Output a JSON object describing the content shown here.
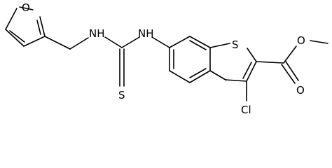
{
  "atoms": {
    "furan_o": "O",
    "nh_left": "NH",
    "nh_right": "NH",
    "thio_s": "S",
    "ring_s": "S",
    "ester_o_single": "O",
    "ester_o_double": "O",
    "chloro": "Cl"
  }
}
